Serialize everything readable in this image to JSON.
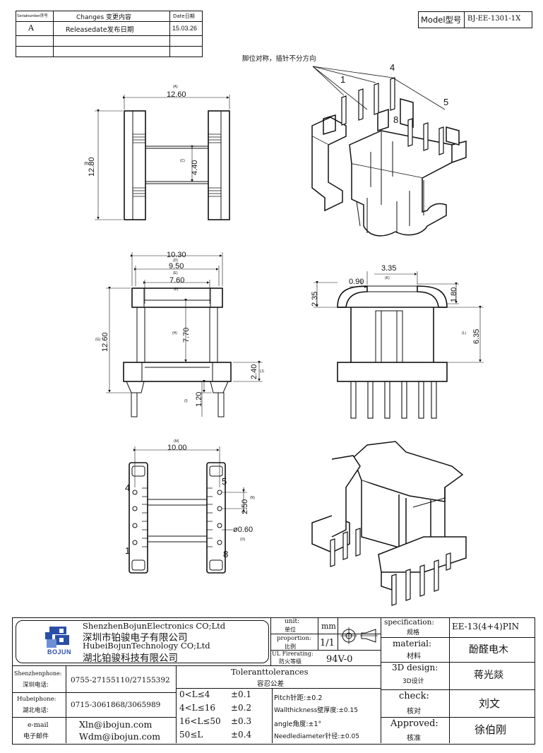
{
  "revision_table": {
    "headers": {
      "serial": "Serialnumber序号",
      "changes": "Changes 变更内容",
      "date": "Date日期"
    },
    "rows": [
      {
        "serial": "A",
        "changes": "Releasedate发布日期",
        "date": "15.03.26"
      }
    ]
  },
  "model": {
    "label": "Model型号",
    "value": "BJ-EE-1301-1X"
  },
  "notes": {
    "pin_note": "脚位对称，插针不分方向"
  },
  "top_view": {
    "dim_width": "12.60",
    "dim_width_ref": "(A)",
    "dim_height": "12.80",
    "dim_height_ref": "(B)",
    "dim_center": "4.40",
    "dim_center_ref": "(C)"
  },
  "front_view": {
    "dim_d": "10.30",
    "dim_d_ref": "(D)",
    "dim_e": "9.50",
    "dim_e_ref": "(E)",
    "dim_f": "7.60",
    "dim_f_ref": "(F)",
    "dim_g": "12.60",
    "dim_g_ref": "(G)",
    "dim_h": "7.70",
    "dim_h_ref": "(H)",
    "dim_j": "2.40",
    "dim_j_ref": "(J)",
    "dim_i": "1.20",
    "dim_i_ref": "(I)"
  },
  "side_view": {
    "dim_k": "3.35",
    "dim_k_ref": "(K)",
    "dim_090": "0.90",
    "dim_235": "2.35",
    "dim_180": "1.80",
    "dim_l": "6.35",
    "dim_l_ref": "(L)"
  },
  "bottom_view": {
    "dim_m": "10.00",
    "dim_m_ref": "(M)",
    "dim_n": "2.50",
    "dim_n_ref": "(N)",
    "dim_o": "ø0.60",
    "dim_o_ref": "(O)",
    "pin_labels": {
      "p4": "4",
      "p5": "5",
      "p1": "1",
      "p8": "8"
    }
  },
  "iso_labels": {
    "p1": "1",
    "p4": "4",
    "p5": "5",
    "p8": "8"
  },
  "title_block": {
    "company_en_1": "ShenzhenBojunElectronics CO;Ltd",
    "company_cn_1": "深圳市铂骏电子有限公司",
    "company_en_2": "HubeiBojunTechnology CO;Ltd",
    "company_cn_2": "湖北铂骏科技有限公司",
    "logo_text": "BOJUN",
    "unit_label": "unit:",
    "unit_label_cn": "单位",
    "unit_value": "mm",
    "proportion_label": "proportion:",
    "proportion_label_cn": "比例",
    "proportion_value": "1/1",
    "ul_label": "UL Firerating:",
    "ul_label_cn": "防火等级",
    "ul_value": "94V-0",
    "spec_label": "specification:",
    "spec_label_cn": "规格",
    "spec_value": "EE-13(4+4)PIN",
    "material_label": "material:",
    "material_label_cn": "材料",
    "material_value": "酚醛电木",
    "design_label": "3D design:",
    "design_label_cn": "3D设计",
    "design_value": "蒋光燚",
    "check_label": "check:",
    "check_label_cn": "核对",
    "check_value": "刘文",
    "approved_label": "Approved:",
    "approved_label_cn": "核准",
    "approved_value": "徐伯刚",
    "sz_phone_label": "Shenzhenphone:",
    "sz_phone_label_cn": "深圳电话:",
    "sz_phone": "0755-27155110/27155392",
    "hb_phone_label": "Hubeiphone:",
    "hb_phone_label_cn": "湖北电话:",
    "hb_phone": "0715-3061868/3065989",
    "email_label": "e-mail",
    "email_label_cn": "电子邮件",
    "email_1": "Xln@ibojun.com",
    "email_2": "Wdm@ibojun.com",
    "tol_title": "Toleranttolerances",
    "tol_title_cn": "容忍公差",
    "tol_rows": [
      {
        "range": "0<L≤4",
        "tol": "±0.1"
      },
      {
        "range": "4<L≤16",
        "tol": "±0.2"
      },
      {
        "range": "16<L≤50",
        "tol": "±0.3"
      },
      {
        "range": "50≤L",
        "tol": "±0.4"
      }
    ],
    "tol_notes": [
      "Pitch针距:±0.2",
      "Wallthickness壁厚度:±0.15",
      "angle角度:±1°",
      "Needlediameter针径:±0.05"
    ]
  }
}
